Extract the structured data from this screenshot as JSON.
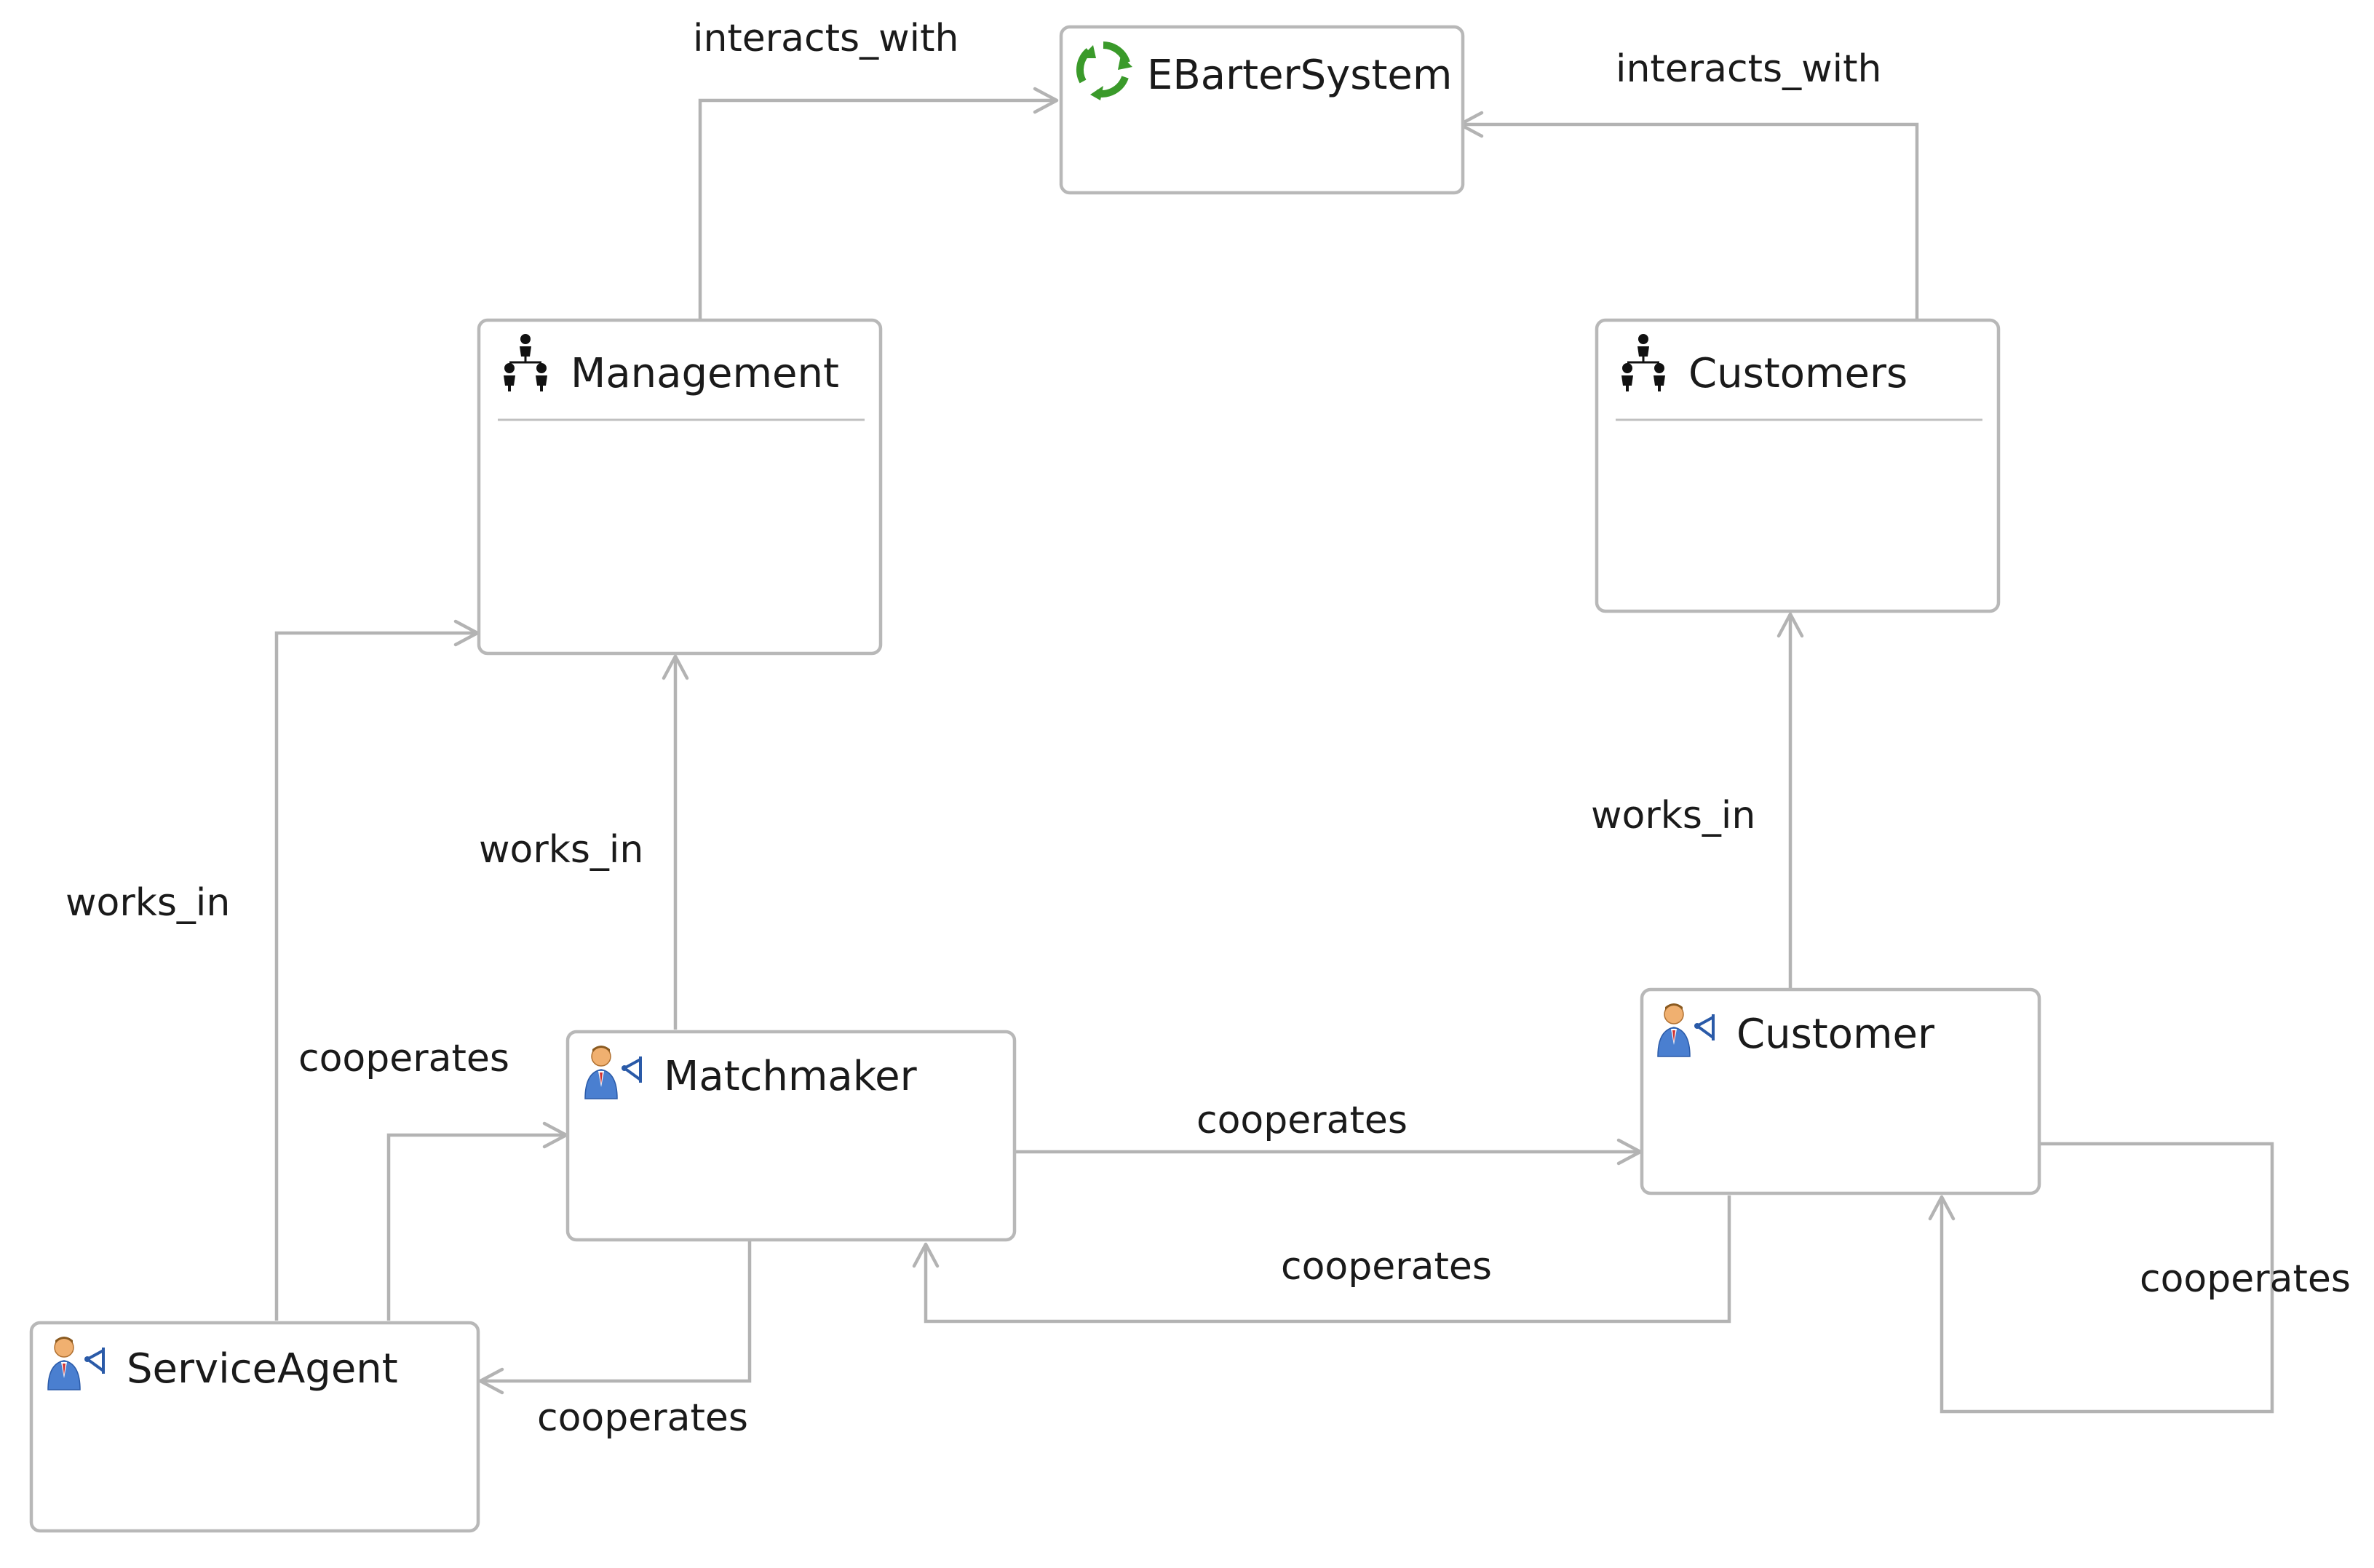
{
  "nodes": {
    "ebarter": {
      "label": "EBarterSystem",
      "kind": "system",
      "icon": "recycle-icon"
    },
    "management": {
      "label": "Management",
      "kind": "organization",
      "icon": "org-chart-icon"
    },
    "customers": {
      "label": "Customers",
      "kind": "organization",
      "icon": "org-chart-icon"
    },
    "matchmaker": {
      "label": "Matchmaker",
      "kind": "agent",
      "icon": "agent-icon"
    },
    "customer": {
      "label": "Customer",
      "kind": "agent",
      "icon": "agent-icon"
    },
    "serviceagent": {
      "label": "ServiceAgent",
      "kind": "agent",
      "icon": "agent-icon"
    }
  },
  "edges": [
    {
      "id": "mgmt-ebarter",
      "from": "Management",
      "to": "EBarterSystem",
      "label": "interacts_with"
    },
    {
      "id": "customers-ebarter",
      "from": "Customers",
      "to": "EBarterSystem",
      "label": "interacts_with"
    },
    {
      "id": "sa-mgmt",
      "from": "ServiceAgent",
      "to": "Management",
      "label": "works_in"
    },
    {
      "id": "mm-mgmt",
      "from": "Matchmaker",
      "to": "Management",
      "label": "works_in"
    },
    {
      "id": "cust-customers",
      "from": "Customer",
      "to": "Customers",
      "label": "works_in"
    },
    {
      "id": "sa-mm",
      "from": "ServiceAgent",
      "to": "Matchmaker",
      "label": "cooperates"
    },
    {
      "id": "mm-cust",
      "from": "Matchmaker",
      "to": "Customer",
      "label": "cooperates"
    },
    {
      "id": "cust-mm",
      "from": "Customer",
      "to": "Matchmaker",
      "label": "cooperates"
    },
    {
      "id": "mm-sa",
      "from": "Matchmaker",
      "to": "ServiceAgent",
      "label": "cooperates"
    },
    {
      "id": "cust-cust",
      "from": "Customer",
      "to": "Customer",
      "label": "cooperates"
    }
  ],
  "colors": {
    "box_stroke": "#b8b8b8",
    "edge_stroke": "#b3b3b3",
    "text": "#1a1a1a",
    "recycle_green": "#3a9a2a",
    "agent_blue": "#2a5aa8",
    "agent_skin": "#f0b070"
  }
}
